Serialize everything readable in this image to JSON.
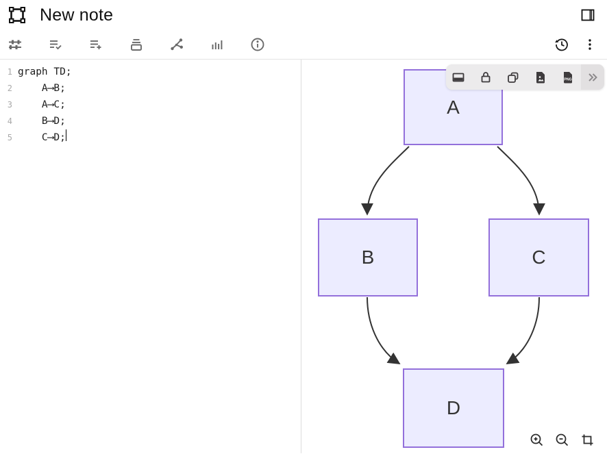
{
  "header": {
    "title": "New note",
    "logo_icon": "frame-selection-icon",
    "panel_toggle_icon": "sidebar-right-icon"
  },
  "toolbar": {
    "left_icons": [
      {
        "name": "tune-sliders-icon"
      },
      {
        "name": "list-check-icon"
      },
      {
        "name": "list-plus-icon"
      },
      {
        "name": "archive-box-icon"
      },
      {
        "name": "graph-nodes-icon"
      },
      {
        "name": "bar-chart-icon"
      },
      {
        "name": "info-icon"
      }
    ],
    "right_icons": [
      {
        "name": "history-icon"
      },
      {
        "name": "kebab-menu-icon"
      }
    ]
  },
  "editor": {
    "lines": [
      {
        "num": "1",
        "text": "graph TD;"
      },
      {
        "num": "2",
        "text": "    A⟶B;"
      },
      {
        "num": "3",
        "text": "    A⟶C;"
      },
      {
        "num": "4",
        "text": "    B⟶D;"
      },
      {
        "num": "5",
        "text": "    C⟶D;"
      }
    ]
  },
  "diagram": {
    "nodes": [
      {
        "id": "A",
        "label": "A"
      },
      {
        "id": "B",
        "label": "B"
      },
      {
        "id": "C",
        "label": "C"
      },
      {
        "id": "D",
        "label": "D"
      }
    ],
    "edges": [
      {
        "from": "A",
        "to": "B"
      },
      {
        "from": "A",
        "to": "C"
      },
      {
        "from": "B",
        "to": "D"
      },
      {
        "from": "C",
        "to": "D"
      }
    ],
    "colors": {
      "node_fill": "#ECECFF",
      "node_border": "#9370DB",
      "edge": "#333333"
    }
  },
  "floating_toolbar": {
    "icons": [
      {
        "name": "panel-bottom-icon"
      },
      {
        "name": "lock-icon"
      },
      {
        "name": "copy-icon"
      },
      {
        "name": "image-export-icon"
      },
      {
        "name": "png-export-icon"
      }
    ],
    "png_label": "PNG",
    "more_icon": "chevrons-right-icon"
  },
  "zoom_controls": {
    "icons": [
      {
        "name": "zoom-in-icon"
      },
      {
        "name": "zoom-out-icon"
      },
      {
        "name": "crop-fit-icon"
      }
    ]
  }
}
